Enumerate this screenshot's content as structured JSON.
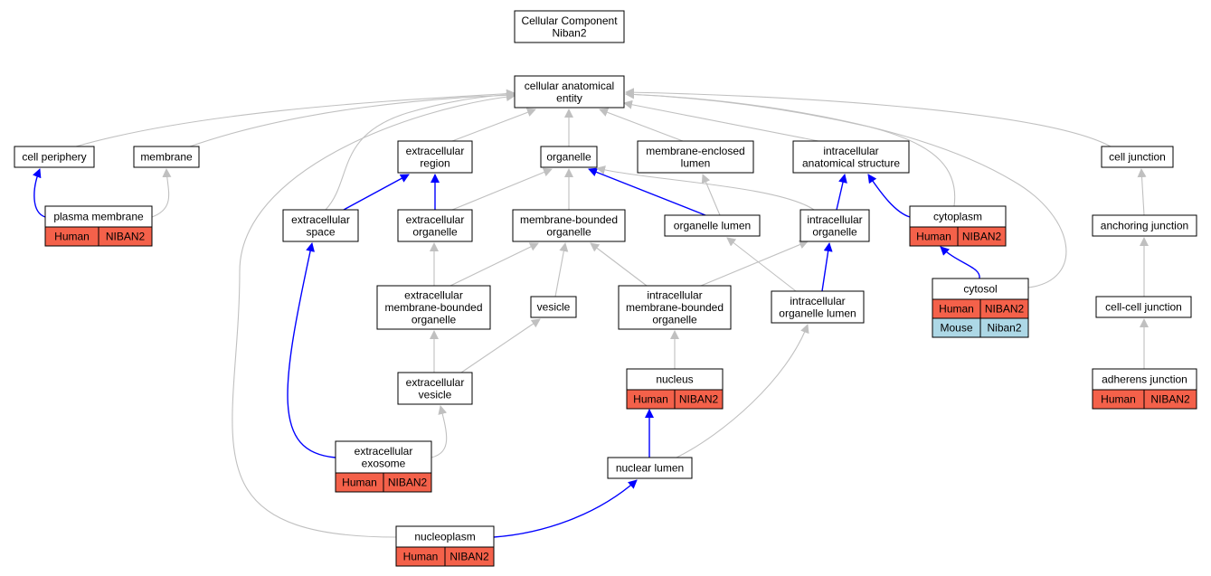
{
  "colors": {
    "background": "#ffffff",
    "node_border": "#000000",
    "edge_gray": "#c0c0c0",
    "edge_blue": "#0000ff",
    "human_cell": "#f4614a",
    "mouse_cell": "#add8e6"
  },
  "nodes": {
    "root": {
      "lines": [
        "Cellular Component",
        "Niban2"
      ]
    },
    "cae": {
      "lines": [
        "cellular anatomical",
        "entity"
      ]
    },
    "cell_periphery": {
      "lines": [
        "cell periphery"
      ]
    },
    "membrane": {
      "lines": [
        "membrane"
      ]
    },
    "extracellular_region": {
      "lines": [
        "extracellular",
        "region"
      ]
    },
    "organelle": {
      "lines": [
        "organelle"
      ]
    },
    "membrane_enclosed_lumen": {
      "lines": [
        "membrane-enclosed",
        "lumen"
      ]
    },
    "intracellular_anatomical_structure": {
      "lines": [
        "intracellular",
        "anatomical structure"
      ]
    },
    "cell_junction": {
      "lines": [
        "cell junction"
      ]
    },
    "plasma_membrane": {
      "lines": [
        "plasma membrane"
      ],
      "annotations": [
        [
          "Human",
          "NIBAN2"
        ]
      ]
    },
    "extracellular_space": {
      "lines": [
        "extracellular",
        "space"
      ]
    },
    "extracellular_organelle": {
      "lines": [
        "extracellular",
        "organelle"
      ]
    },
    "membrane_bounded_organelle": {
      "lines": [
        "membrane-bounded",
        "organelle"
      ]
    },
    "organelle_lumen": {
      "lines": [
        "organelle lumen"
      ]
    },
    "intracellular_organelle": {
      "lines": [
        "intracellular",
        "organelle"
      ]
    },
    "cytoplasm": {
      "lines": [
        "cytoplasm"
      ],
      "annotations": [
        [
          "Human",
          "NIBAN2"
        ]
      ]
    },
    "anchoring_junction": {
      "lines": [
        "anchoring junction"
      ]
    },
    "ec_mb_organelle": {
      "lines": [
        "extracellular",
        "membrane-bounded",
        "organelle"
      ]
    },
    "vesicle": {
      "lines": [
        "vesicle"
      ]
    },
    "ic_mb_organelle": {
      "lines": [
        "intracellular",
        "membrane-bounded",
        "organelle"
      ]
    },
    "ic_organelle_lumen": {
      "lines": [
        "intracellular",
        "organelle lumen"
      ]
    },
    "cytosol": {
      "lines": [
        "cytosol"
      ],
      "annotations": [
        [
          "Human",
          "NIBAN2"
        ],
        [
          "Mouse",
          "Niban2"
        ]
      ]
    },
    "cell_cell_junction": {
      "lines": [
        "cell-cell junction"
      ]
    },
    "extracellular_vesicle": {
      "lines": [
        "extracellular",
        "vesicle"
      ]
    },
    "nucleus": {
      "lines": [
        "nucleus"
      ],
      "annotations": [
        [
          "Human",
          "NIBAN2"
        ]
      ]
    },
    "adherens_junction": {
      "lines": [
        "adherens junction"
      ],
      "annotations": [
        [
          "Human",
          "NIBAN2"
        ]
      ]
    },
    "extracellular_exosome": {
      "lines": [
        "extracellular",
        "exosome"
      ],
      "annotations": [
        [
          "Human",
          "NIBAN2"
        ]
      ]
    },
    "nuclear_lumen": {
      "lines": [
        "nuclear lumen"
      ]
    },
    "nucleoplasm": {
      "lines": [
        "nucleoplasm"
      ],
      "annotations": [
        [
          "Human",
          "NIBAN2"
        ]
      ]
    }
  },
  "edges": [
    {
      "from": "cae",
      "to": "root",
      "style": "gray"
    },
    {
      "from": "cell_periphery",
      "to": "cae",
      "style": "gray"
    },
    {
      "from": "membrane",
      "to": "cae",
      "style": "gray"
    },
    {
      "from": "extracellular_region",
      "to": "cae",
      "style": "gray"
    },
    {
      "from": "organelle",
      "to": "cae",
      "style": "gray"
    },
    {
      "from": "membrane_enclosed_lumen",
      "to": "cae",
      "style": "gray"
    },
    {
      "from": "intracellular_anatomical_structure",
      "to": "cae",
      "style": "gray"
    },
    {
      "from": "cell_junction",
      "to": "cae",
      "style": "gray"
    },
    {
      "from": "cytosol",
      "to": "cae",
      "style": "gray"
    },
    {
      "from": "nucleoplasm",
      "to": "cae",
      "style": "gray"
    },
    {
      "from": "extracellular_space",
      "to": "cae",
      "style": "gray"
    },
    {
      "from": "cytoplasm",
      "to": "cae",
      "style": "gray"
    },
    {
      "from": "plasma_membrane",
      "to": "cell_periphery",
      "style": "blue"
    },
    {
      "from": "plasma_membrane",
      "to": "membrane",
      "style": "gray"
    },
    {
      "from": "extracellular_space",
      "to": "extracellular_region",
      "style": "blue"
    },
    {
      "from": "extracellular_organelle",
      "to": "extracellular_region",
      "style": "blue"
    },
    {
      "from": "extracellular_organelle",
      "to": "organelle",
      "style": "gray"
    },
    {
      "from": "membrane_bounded_organelle",
      "to": "organelle",
      "style": "gray"
    },
    {
      "from": "organelle_lumen",
      "to": "organelle",
      "style": "blue"
    },
    {
      "from": "intracellular_organelle",
      "to": "organelle",
      "style": "gray"
    },
    {
      "from": "organelle_lumen",
      "to": "membrane_enclosed_lumen",
      "style": "gray"
    },
    {
      "from": "intracellular_organelle",
      "to": "intracellular_anatomical_structure",
      "style": "blue"
    },
    {
      "from": "cytoplasm",
      "to": "intracellular_anatomical_structure",
      "style": "blue"
    },
    {
      "from": "anchoring_junction",
      "to": "cell_junction",
      "style": "gray"
    },
    {
      "from": "cell_cell_junction",
      "to": "anchoring_junction",
      "style": "gray"
    },
    {
      "from": "adherens_junction",
      "to": "cell_cell_junction",
      "style": "gray"
    },
    {
      "from": "ec_mb_organelle",
      "to": "extracellular_organelle",
      "style": "gray"
    },
    {
      "from": "ec_mb_organelle",
      "to": "membrane_bounded_organelle",
      "style": "gray"
    },
    {
      "from": "vesicle",
      "to": "membrane_bounded_organelle",
      "style": "gray"
    },
    {
      "from": "ic_mb_organelle",
      "to": "membrane_bounded_organelle",
      "style": "gray"
    },
    {
      "from": "ic_mb_organelle",
      "to": "intracellular_organelle",
      "style": "gray"
    },
    {
      "from": "ic_organelle_lumen",
      "to": "organelle_lumen",
      "style": "gray"
    },
    {
      "from": "ic_organelle_lumen",
      "to": "intracellular_organelle",
      "style": "blue"
    },
    {
      "from": "cytosol",
      "to": "cytoplasm",
      "style": "blue"
    },
    {
      "from": "extracellular_vesicle",
      "to": "ec_mb_organelle",
      "style": "gray"
    },
    {
      "from": "extracellular_vesicle",
      "to": "vesicle",
      "style": "gray"
    },
    {
      "from": "nucleus",
      "to": "ic_mb_organelle",
      "style": "gray"
    },
    {
      "from": "nuclear_lumen",
      "to": "ic_organelle_lumen",
      "style": "gray"
    },
    {
      "from": "nuclear_lumen",
      "to": "nucleus",
      "style": "blue"
    },
    {
      "from": "extracellular_exosome",
      "to": "extracellular_space",
      "style": "blue"
    },
    {
      "from": "extracellular_exosome",
      "to": "extracellular_vesicle",
      "style": "gray"
    },
    {
      "from": "nucleoplasm",
      "to": "nuclear_lumen",
      "style": "blue"
    }
  ]
}
